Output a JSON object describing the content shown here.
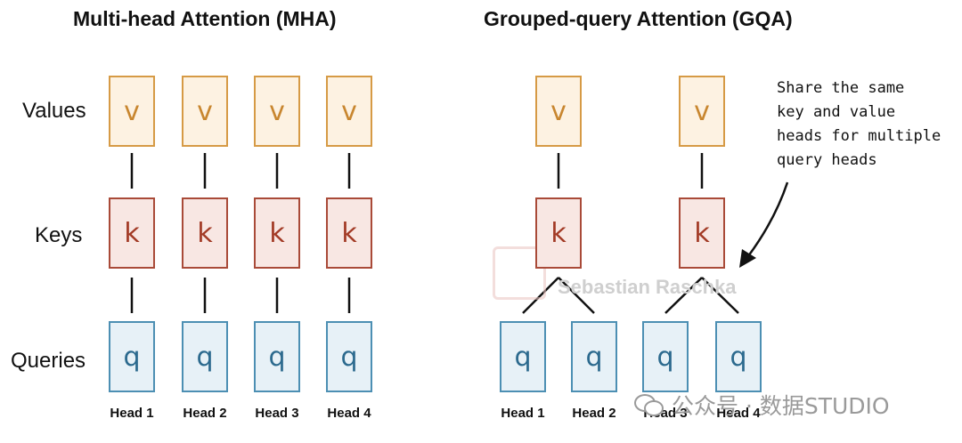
{
  "mha": {
    "title": "Multi-head Attention (MHA)",
    "row_labels": {
      "values": "Values",
      "keys": "Keys",
      "queries": "Queries"
    },
    "value_label": "v",
    "key_label": "k",
    "query_label": "q",
    "heads": [
      "Head 1",
      "Head 2",
      "Head 3",
      "Head 4"
    ]
  },
  "gqa": {
    "title": "Grouped-query Attention (GQA)",
    "value_label": "v",
    "key_label": "k",
    "query_label": "q",
    "heads": [
      "Head 1",
      "Head 2",
      "Head 3",
      "Head 4"
    ],
    "annotation": [
      "Share the same",
      "key and value",
      "heads for multiple",
      "query heads"
    ]
  },
  "colors": {
    "values": "#d69a45",
    "keys": "#a94a38",
    "queries": "#4c8fb3"
  },
  "watermarks": {
    "author": "Sebastian Raschka",
    "channel": "公众号 · 数据STUDIO"
  }
}
